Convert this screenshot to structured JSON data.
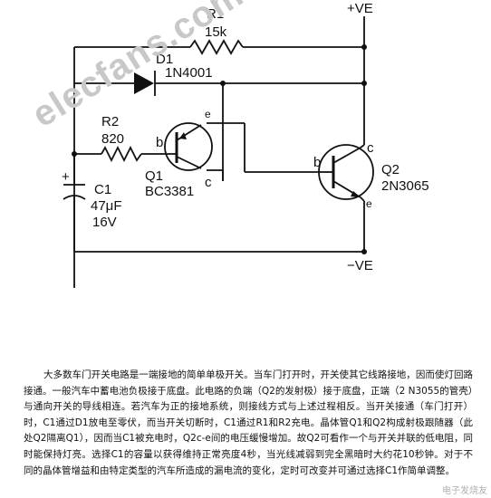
{
  "diagram": {
    "rails": {
      "pos": "+VE",
      "neg": "−VE"
    },
    "r1": {
      "ref": "R1",
      "value": "15k"
    },
    "d1": {
      "ref": "D1",
      "part": "1N4001"
    },
    "r2": {
      "ref": "R2",
      "value": "820"
    },
    "c1": {
      "ref": "C1",
      "value": "47μF",
      "voltage": "16V",
      "polarity": "+"
    },
    "q1": {
      "ref": "Q1",
      "part": "BC3381",
      "pin_b": "b",
      "pin_c": "c",
      "pin_e": "e"
    },
    "q2": {
      "ref": "Q2",
      "part": "2N3065",
      "pin_b": "b",
      "pin_c": "c",
      "pin_e": "e"
    }
  },
  "watermark": "elecfans.com",
  "description": "大多数车门开关电路是一端接地的简单单极开关。当车门打开时，开关使其它线路接地，因而使灯回路接通。一般汽车中蓄电池负极接于底盘。此电路的负端（Q2的发射极）接于底盘，正端（2 N3055的管壳）与通向开关的导线相连。若汽车为正的接地系统，则接线方式与上述过程相反。当开关接通（车门打开）时，C1通过D1放电至零伏，而当开关切断时，C1通过R1和R2充电。晶体管Q1和Q2构成射极跟随器（此处Q2隔离Q1），因而当C1被充电时，Q2c-e间的电压缓慢增加。故Q2可看作一个与开关并联的低电阻，同时能保持灯亮。选择C1的容量以获得维持正常亮度4秒，当光线减弱到完全黑暗时大约花10秒钟。对于不同的晶体管增益和由特定类型的汽车所造成的漏电流的变化，定时可改变并可通过选择C1作简单调整。",
  "corner_mark": "电子发烧友"
}
